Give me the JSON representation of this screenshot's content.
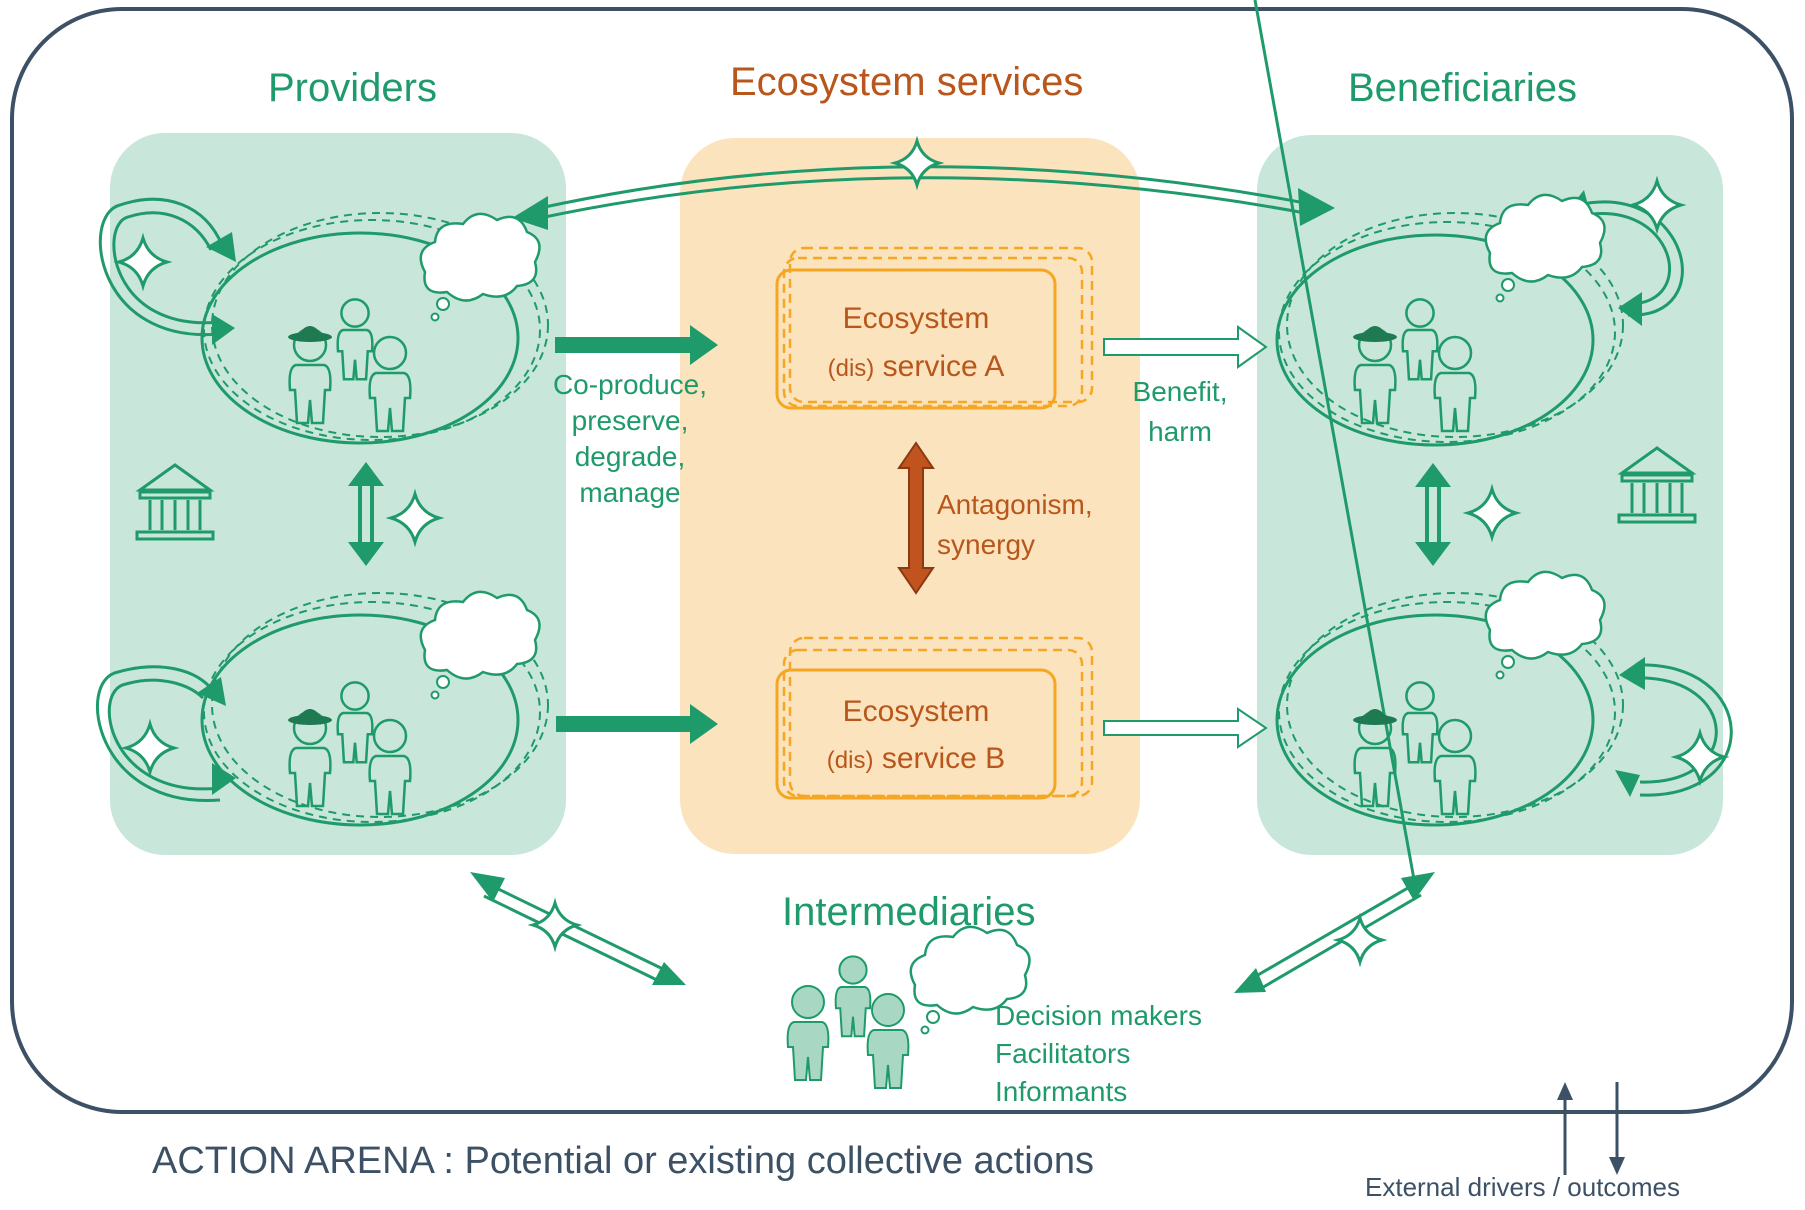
{
  "headers": {
    "providers": "Providers",
    "services": "Ecosystem services",
    "beneficiaries": "Beneficiaries",
    "intermediaries": "Intermediaries"
  },
  "services": {
    "a": {
      "line1": "Ecosystem",
      "prefix": "(dis)",
      "line2": "service A"
    },
    "b": {
      "line1": "Ecosystem",
      "prefix": "(dis)",
      "line2": "service B"
    }
  },
  "provider_actions": [
    "Co-produce,",
    "preserve,",
    "degrade,",
    "manage"
  ],
  "benefit_labels": [
    "Benefit,",
    "harm"
  ],
  "service_relations": [
    "Antagonism,",
    "synergy"
  ],
  "intermediary_roles": [
    "Decision makers",
    "Facilitators",
    "Informants"
  ],
  "footer": {
    "arena": "ACTION ARENA : Potential or existing collective actions",
    "drivers": "External drivers / outcomes"
  },
  "colors": {
    "green": "#1f9a6b",
    "light_green": "#c8e6da",
    "orange": "#f5a623",
    "light_orange": "#fbe3bd",
    "brown": "#b8561b",
    "frame": "#3d5166"
  },
  "icons": [
    "group-icon",
    "thought-bubble-icon",
    "institution-icon",
    "sparkle-icon",
    "loop-arrow-icon",
    "bidirectional-arrow-icon"
  ]
}
